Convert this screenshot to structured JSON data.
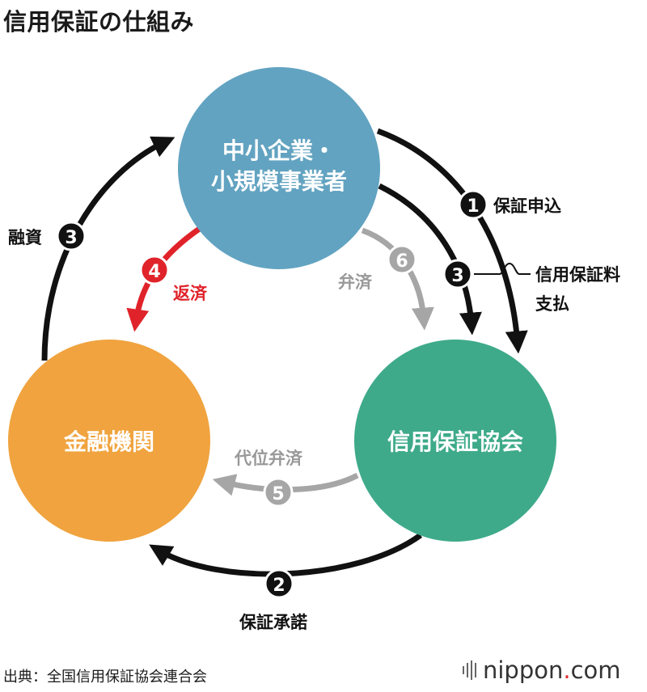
{
  "title": "信用保証の仕組み",
  "nodes": {
    "sme_line1": "中小企業・",
    "sme_line2": "小規模事業者",
    "bank": "金融機関",
    "guarantee_assoc": "信用保証協会"
  },
  "flows": [
    {
      "num": "1",
      "label": "保証申込"
    },
    {
      "num": "2",
      "label": "保証承諾"
    },
    {
      "num": "3",
      "label": "融資"
    },
    {
      "num": "3",
      "label_line1": "信用保証料",
      "label_line2": "支払"
    },
    {
      "num": "4",
      "label": "返済"
    },
    {
      "num": "5",
      "label": "代位弁済"
    },
    {
      "num": "6",
      "label": "弁済"
    }
  ],
  "source": "出典：全国信用保証協会連合会",
  "brand": {
    "name": "nippon",
    "dot": ".",
    "tld": "com"
  },
  "colors": {
    "sme": "#62a3c1",
    "bank": "#f0a33e",
    "guarantee_assoc": "#3eaa8a",
    "flow_black": "#111111",
    "flow_red": "#e0232a",
    "flow_gray": "#a6a6a6"
  }
}
